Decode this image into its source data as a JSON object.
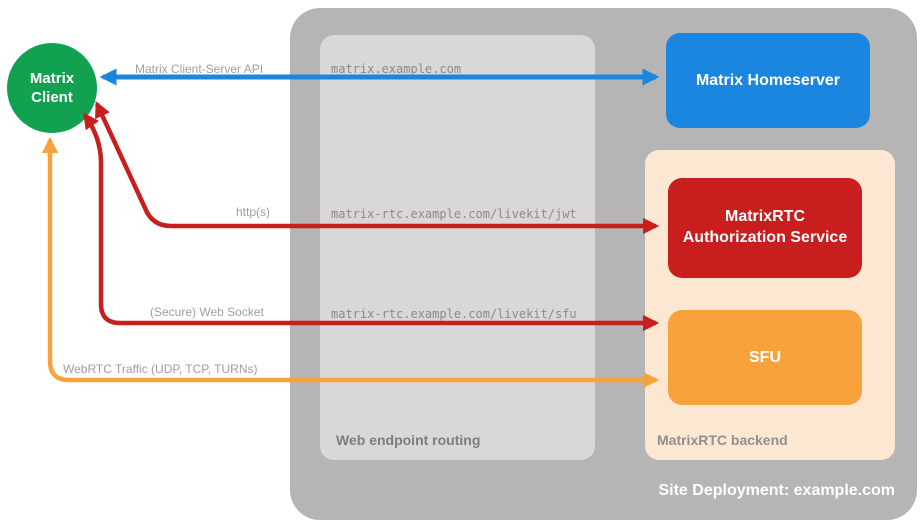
{
  "client": {
    "label": "Matrix\nClient"
  },
  "containers": {
    "site_deployment": {
      "label": "Site Deployment: example.com"
    },
    "web_endpoint_routing": {
      "label": "Web endpoint routing"
    },
    "matrixrtc_backend": {
      "label": "MatrixRTC backend"
    }
  },
  "nodes": {
    "homeserver": {
      "label": "Matrix Homeserver",
      "color": "#1a86e0"
    },
    "auth_service": {
      "label": "MatrixRTC Authorization Service",
      "color": "#c81e1e"
    },
    "sfu": {
      "label": "SFU",
      "color": "#f8a23c"
    }
  },
  "edges": [
    {
      "id": "client-server-api",
      "label": "Matrix Client-Server API",
      "endpoint": "matrix.example.com",
      "color": "#1a86e0"
    },
    {
      "id": "https-jwt",
      "label": "http(s)",
      "endpoint": "matrix-rtc.example.com/livekit/jwt",
      "color": "#c81e1e"
    },
    {
      "id": "websocket-sfu",
      "label": "(Secure) Web Socket",
      "endpoint": "matrix-rtc.example.com/livekit/sfu",
      "color": "#c81e1e"
    },
    {
      "id": "webrtc-traffic",
      "label": "WebRTC Traffic (UDP, TCP, TURNs)",
      "endpoint": "",
      "color": "#f8a23c"
    }
  ],
  "colors": {
    "client_green": "#12a150",
    "homeserver_blue": "#1a86e0",
    "auth_red": "#c81e1e",
    "sfu_orange": "#f8a23c",
    "site_gray": "#b5b5b5",
    "routing_gray": "#d8d8d8",
    "backend_peach": "#fce8d2",
    "label_gray": "#9e9e9e"
  }
}
